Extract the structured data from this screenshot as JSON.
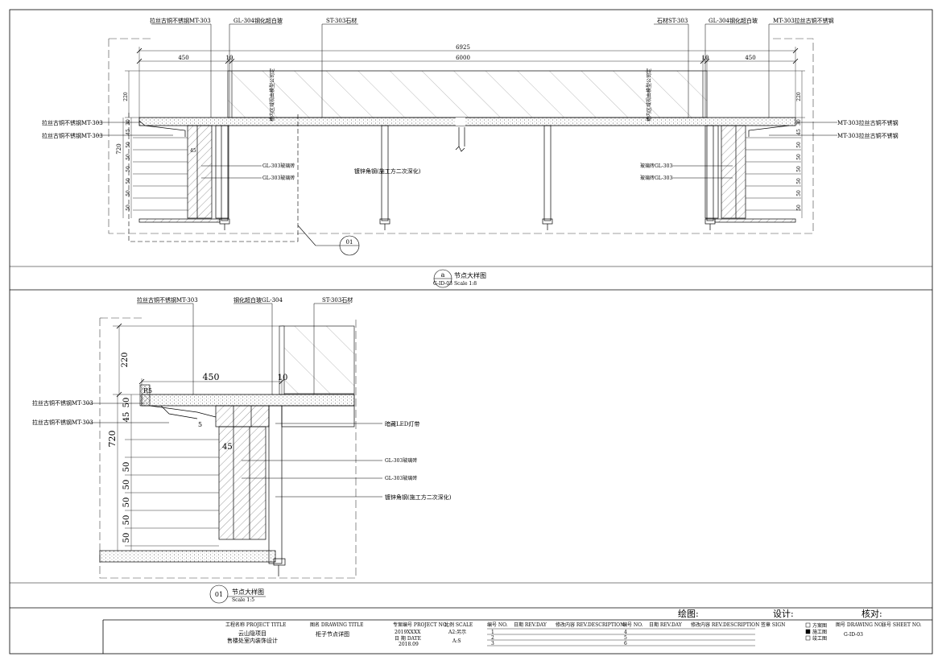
{
  "colors": {
    "line": "#000000",
    "dim": "#3a3a3a",
    "hatch": "#555555",
    "light": "#9a9a9a"
  },
  "top": {
    "leaders": {
      "l_ss": "拉丝古铜不锈钢MT-303",
      "l_glass": "GL-304钢化超白玻",
      "l_stone": "ST-303石材",
      "r_stone": "石材ST-303",
      "r_glass": "GL-304钢化超白玻",
      "r_ss": "MT-303拉丝古铜不锈钢"
    },
    "dims": {
      "total": "6925",
      "left": "450",
      "left_gap": "10",
      "mid": "6000",
      "right_gap": "10",
      "right": "450",
      "h220": "220",
      "h720": "720",
      "r220": "220",
      "d45": "45"
    },
    "left_rows": [
      "30",
      "45",
      "50",
      "50",
      "50",
      "50",
      "50",
      "50"
    ],
    "right_rows": [
      "30",
      "45",
      "50",
      "50",
      "50",
      "50",
      "50",
      "50"
    ],
    "side_labels": {
      "l1": "拉丝古铜不锈钢MT-303",
      "l2": "拉丝古铜不锈钢MT-303",
      "r1": "MT-303拉丝古铜不锈钢",
      "r2": "MT-303拉丝古铜不锈钢"
    },
    "glass_brick": {
      "l1": "GL-303玻璃砖",
      "l2": "GL-303玻璃砖",
      "r1": "玻璃砖GL-303",
      "r2": "玻璃砖GL-303"
    },
    "center_note": "镀锌角钢(施工方二次深化)",
    "glass_note": "槽内区域视由模型公司定",
    "callout": "01",
    "title_letter": "a",
    "title_sub": "G-ID-03",
    "title": "节点大样图",
    "scale": "Scale 1:8"
  },
  "bottom": {
    "leaders": {
      "ss": "拉丝古铜不锈钢MT-303",
      "glass": "钢化超白玻GL-304",
      "stone": "ST-303石材"
    },
    "dims": {
      "h220": "220",
      "w450": "450",
      "w10": "10",
      "h720": "720",
      "d45": "45",
      "d5": "5",
      "r45": "R5"
    },
    "rows": [
      "50",
      "45",
      "50",
      "50",
      "50",
      "50",
      "50"
    ],
    "side_labels": {
      "l1": "拉丝古铜不锈钢MT-303",
      "l2": "拉丝古铜不锈钢MT-303"
    },
    "notes": {
      "led": "暗藏LED灯带",
      "gb1": "GL-303玻璃砖",
      "gb2": "GL-303玻璃砖",
      "steel": "镀锌角钢(施工方二次深化)"
    },
    "callout": "01",
    "title": "节点大样图",
    "scale": "Scale 1:5"
  },
  "titleblock": {
    "draw": "绘图:",
    "design": "设计:",
    "check": "核对:",
    "project_hdr": "工程名称 PROJECT TITLE",
    "project_l1": "云山隐项目",
    "project_l2": "售楼处室内装饰设计",
    "drawing_hdr": "图名 DRAWING TITLE",
    "drawing_name": "柜子节点详图",
    "projno_hdr": "专案编号 PROJECT NO.",
    "projno": "2019XXXX",
    "scale_hdr": "比例 SCALE",
    "scale_val": "A2:另示",
    "date_hdr": "日 期 DATE",
    "date_val": "2018.09",
    "scale_val2": "A:S",
    "rev_no_hdr": "编号 NO.",
    "rev_date_hdr": "日期 REV.DAY",
    "rev_desc_hdr": "修改内容 REV.DESCRIPTION",
    "rev_no_hdr2": "编号 NO.",
    "rev_date_hdr2": "日期 REV.DAY",
    "rev_desc_hdr2": "修改内容 REV.DESCRIPTION",
    "sign_hdr": "签章 SIGN",
    "rev_rows": [
      [
        "1",
        "4"
      ],
      [
        "2",
        "5"
      ],
      [
        "3",
        "6"
      ]
    ],
    "stages": [
      "方案图",
      "施工图",
      "竣工图"
    ],
    "drawing_no_hdr": "图号 DRAWING NO.",
    "sheet_no_hdr": "张号 SHEET NO.",
    "drawing_no": "G-ID-03"
  }
}
